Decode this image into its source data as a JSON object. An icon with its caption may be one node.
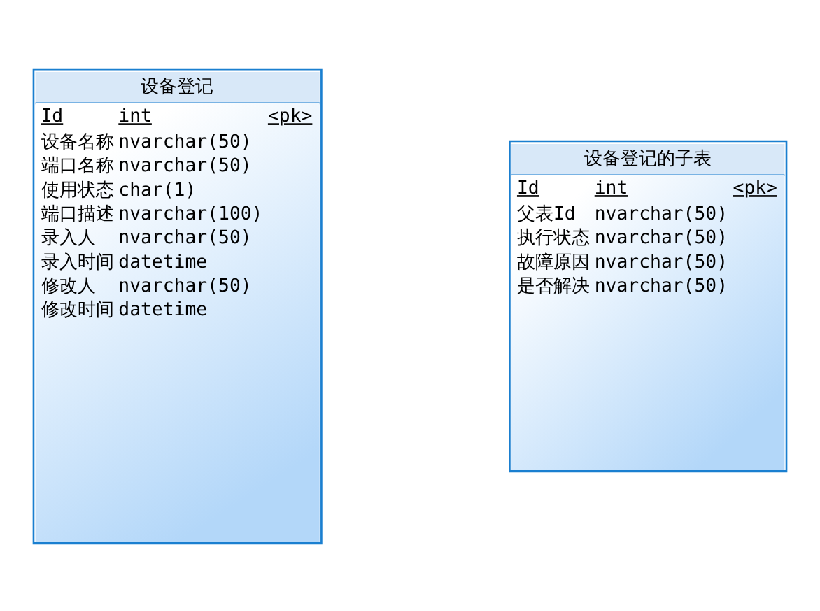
{
  "diagram": {
    "nodes": [
      {
        "text": [
          "设备登记",
          "Id",
          "int",
          "<pk>",
          "设备名称",
          "nvarchar(50)",
          "端口名称",
          "nvarchar(50)",
          "使用状态",
          "char(1)",
          "端口描述",
          "nvarchar(100)",
          "录入人",
          "nvarchar(50)",
          "录入时间",
          "datetime",
          "修改人",
          "nvarchar(50)",
          "修改时间",
          "datetime"
        ]
      },
      {
        "text": [
          "设备登记的子表",
          "Id",
          "int",
          "<pk>",
          "父表Id",
          "nvarchar(50)",
          "执行状态",
          "nvarchar(50)",
          "故障原因",
          "nvarchar(50)",
          "是否解决",
          "nvarchar(50)"
        ]
      }
    ],
    "edges": []
  }
}
